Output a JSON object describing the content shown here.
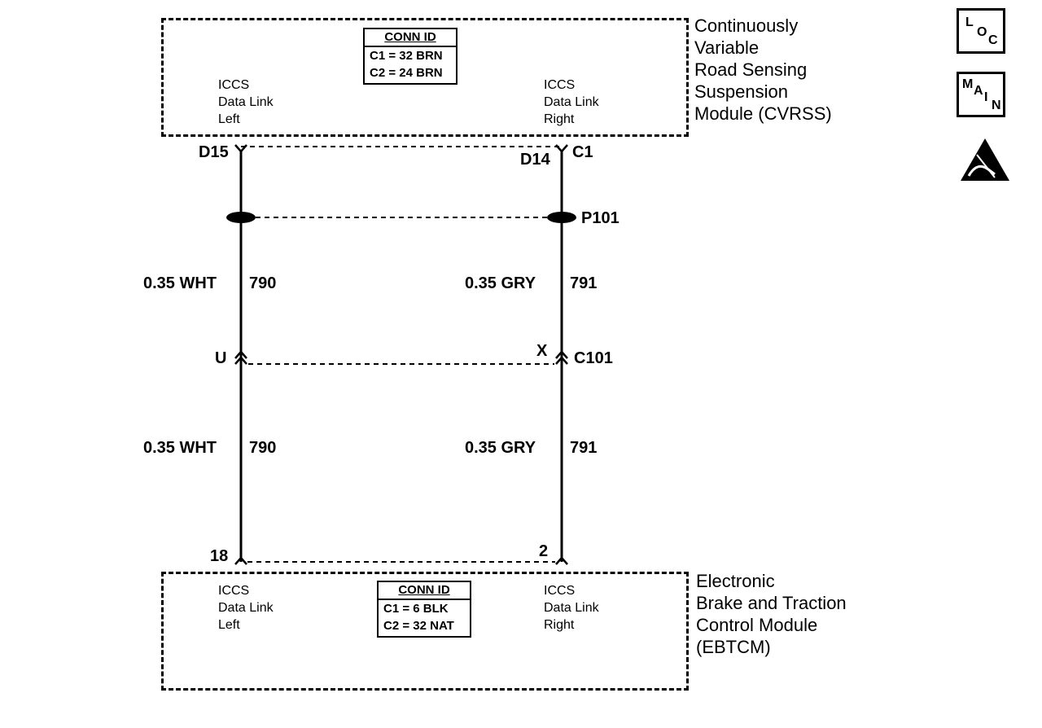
{
  "top_module": {
    "name_lines": [
      "Continuously",
      "Variable",
      "Road Sensing",
      "Suspension",
      "Module (CVRSS)"
    ],
    "conn_id": {
      "title": "CONN ID",
      "rows": [
        "C1 = 32 BRN",
        "C2 = 24 BRN"
      ]
    },
    "left_label": [
      "ICCS",
      "Data Link",
      "Left"
    ],
    "right_label": [
      "ICCS",
      "Data Link",
      "Right"
    ],
    "pins": {
      "left": "D15",
      "right": "D14",
      "connector": "C1"
    }
  },
  "splice": {
    "label": "P101"
  },
  "wires_upper": {
    "left": {
      "gauge_color": "0.35 WHT",
      "circuit": "790"
    },
    "right": {
      "gauge_color": "0.35 GRY",
      "circuit": "791"
    }
  },
  "inline_connector": {
    "label": "C101",
    "left_cavity": "U",
    "right_cavity": "X"
  },
  "wires_lower": {
    "left": {
      "gauge_color": "0.35 WHT",
      "circuit": "790"
    },
    "right": {
      "gauge_color": "0.35 GRY",
      "circuit": "791"
    }
  },
  "bottom_module": {
    "name_lines": [
      "Electronic",
      "Brake and Traction",
      "Control Module",
      "(EBTCM)"
    ],
    "conn_id": {
      "title": "CONN ID",
      "rows": [
        "C1 = 6 BLK",
        "C2 = 32 NAT"
      ]
    },
    "left_label": [
      "ICCS",
      "Data Link",
      "Left"
    ],
    "right_label": [
      "ICCS",
      "Data Link",
      "Right"
    ],
    "pins": {
      "left": "18",
      "right": "2"
    }
  },
  "side_icons": [
    {
      "name": "loc-icon",
      "letters": [
        "L",
        "O",
        "C"
      ]
    },
    {
      "name": "main-icon",
      "letters": [
        "M",
        "A",
        "I",
        "N"
      ]
    },
    {
      "name": "esd-warning-icon"
    }
  ]
}
